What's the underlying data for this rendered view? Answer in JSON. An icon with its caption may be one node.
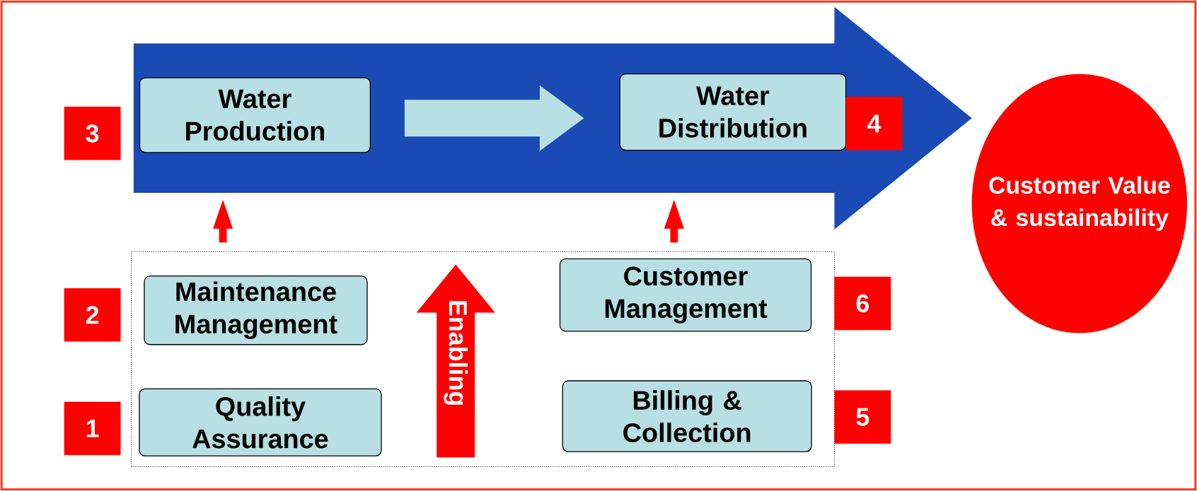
{
  "diagram": {
    "nodes": [
      {
        "text": [
          "3"
        ]
      },
      {
        "text": [
          "Water Production"
        ]
      },
      {
        "text": [
          "Water Distribution"
        ]
      },
      {
        "text": [
          "4"
        ]
      },
      {
        "text": [
          "Customer Value & sustainability"
        ]
      },
      {
        "text": [],
        "shape": "box"
      },
      {
        "text": [
          "2"
        ]
      },
      {
        "text": [
          "Maintenance Management"
        ],
        "in": 5
      },
      {
        "text": [
          "Enabling"
        ],
        "in": 5
      },
      {
        "text": [
          "Customer Management"
        ],
        "in": 5
      },
      {
        "text": [
          "6"
        ]
      },
      {
        "text": [
          "1"
        ]
      },
      {
        "text": [
          "Quality Assurance"
        ],
        "in": 5
      },
      {
        "text": [
          "Billing & Collection"
        ],
        "in": 5
      },
      {
        "text": [
          "5"
        ]
      }
    ],
    "edges": [
      {
        "from": null,
        "to": 4,
        "arrow": "to",
        "color": "#1a4ab4"
      },
      {
        "from": 1,
        "to": 2,
        "arrow": "to",
        "color": "#b8dfe3"
      },
      {
        "from": 5,
        "to": 1,
        "arrow": "to",
        "color": "#ff0000"
      },
      {
        "from": 5,
        "to": 2,
        "arrow": "to",
        "color": "#ff0000"
      }
    ]
  }
}
